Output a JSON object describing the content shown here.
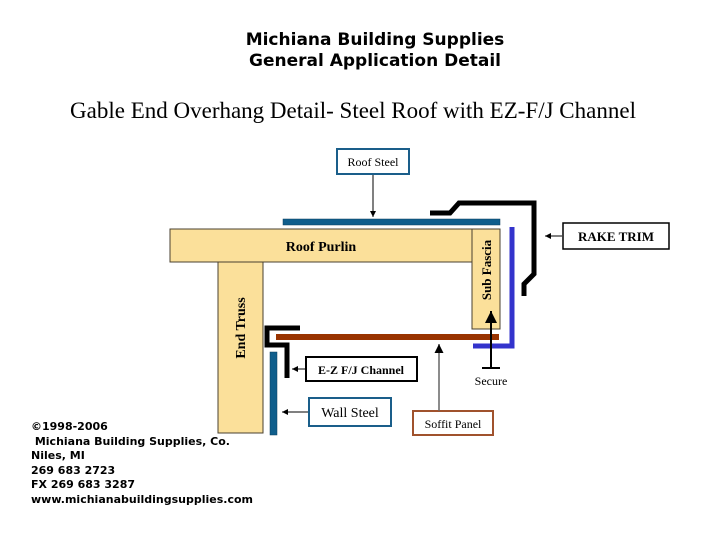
{
  "header": {
    "company": "Michiana Building Supplies",
    "doc_type": "General Application Detail"
  },
  "subtitle": "Gable End Overhang Detail- Steel Roof with EZ-F/J Channel",
  "labels": {
    "roof_steel": "Roof Steel",
    "roof_purlin": "Roof Purlin",
    "sub_fascia": "Sub Fascia",
    "rake_trim": "RAKE TRIM",
    "end_truss": "End Truss",
    "ez_channel": "E-Z F/J Channel",
    "wall_steel": "Wall Steel",
    "soffit_panel": "Soffit Panel",
    "secure": "Secure"
  },
  "colors": {
    "wood": "#FBE09A",
    "wood_edge": "#4a4030",
    "steel": "#0F5E8C",
    "soffit": "#993300",
    "fascia_trim": "#3333CC",
    "rake_trim": "#000000",
    "soffit_callout": "#A0522D"
  },
  "footer": {
    "lines": [
      "©1998-2006",
      " Michiana Building Supplies, Co.",
      "Niles, MI",
      "269 683 2723",
      "FX 269 683 3287",
      "www.michianabuildingsupplies.com"
    ]
  }
}
